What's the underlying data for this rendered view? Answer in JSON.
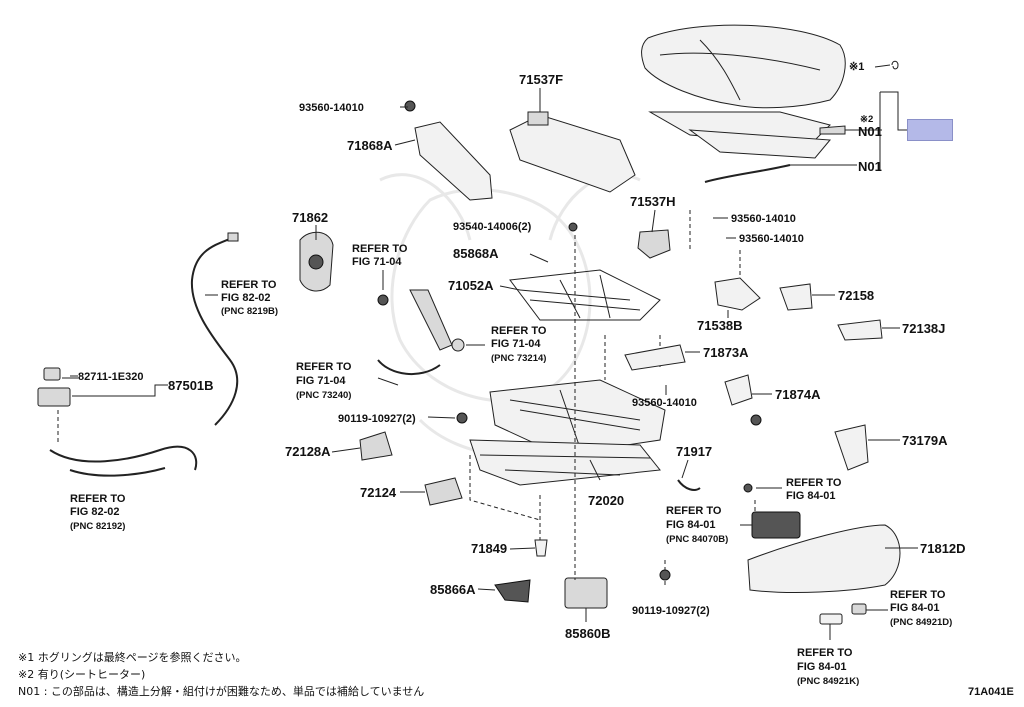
{
  "labels": {
    "p71537F": "71537F",
    "p93560_14010_a": "93560-14010",
    "p71868A": "71868A",
    "p71862": "71862",
    "refer_82_02_a_1": "REFER TO",
    "refer_82_02_a_2": "FIG 82-02",
    "refer_82_02_a_3": "(PNC 8219B)",
    "p82711": "82711-1E320",
    "p87501B": "87501B",
    "refer_82_02_b_1": "REFER TO",
    "refer_82_02_b_2": "FIG 82-02",
    "refer_82_02_b_3": "(PNC 82192)",
    "refer_71_04_a_1": "REFER TO",
    "refer_71_04_a_2": "FIG 71-04",
    "refer_71_04_b_1": "REFER TO",
    "refer_71_04_b_2": "FIG 71-04",
    "refer_71_04_b_3": "(PNC 73214)",
    "refer_71_04_c_1": "REFER TO",
    "refer_71_04_c_2": "FIG 71-04",
    "refer_71_04_c_3": "(PNC 73240)",
    "p93540": "93540-14006(2)",
    "p85868A": "85868A",
    "p71052A": "71052A",
    "p90119_a": "90119-10927(2)",
    "p72128A": "72128A",
    "p72124": "72124",
    "p71849": "71849",
    "p85866A": "85866A",
    "p85860B": "85860B",
    "p72020": "72020",
    "p71917": "71917",
    "p71537H": "71537H",
    "p93560_14010_b": "93560-14010",
    "p93560_14010_c": "93560-14010",
    "p71538B": "71538B",
    "p72158": "72158",
    "p72138J": "72138J",
    "p71873A": "71873A",
    "p93560_14010_d": "93560-14010",
    "p71874A": "71874A",
    "p73179A": "73179A",
    "refer_84_01_a_1": "REFER TO",
    "refer_84_01_a_2": "FIG 84-01",
    "refer_84_01_b_1": "REFER TO",
    "refer_84_01_b_2": "FIG 84-01",
    "refer_84_01_b_3": "(PNC 84070B)",
    "p71812D": "71812D",
    "p90119_b": "90119-10927(2)",
    "refer_84_01_c_1": "REFER TO",
    "refer_84_01_c_2": "FIG 84-01",
    "refer_84_01_c_3": "(PNC 84921D)",
    "refer_84_01_d_1": "REFER TO",
    "refer_84_01_d_2": "FIG 84-01",
    "refer_84_01_d_3": "(PNC 84921K)",
    "mark1": "※1",
    "mark2": "※2",
    "n01_a": "N01",
    "n01_b": "N01"
  },
  "notes": {
    "note1": "※1 ホグリングは最終ページを参照ください。",
    "note2": "※2  有り(シートヒーター)",
    "note3": "N01 : この部品は、構造上分解・組付けが困難なため、単品では補給していません"
  },
  "figure_code": "71A041E",
  "highlight_color": "#b4b9e8"
}
